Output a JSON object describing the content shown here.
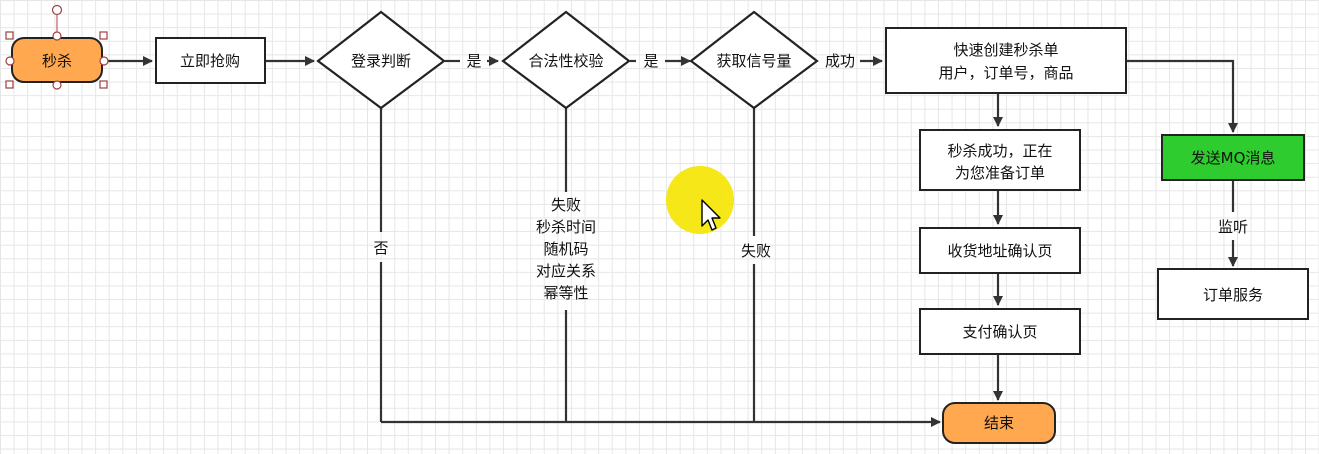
{
  "nodes": {
    "start": "秒杀",
    "buy_now": "立即抢购",
    "login_check": "登录判断",
    "validity_check": "合法性校验",
    "get_semaphore": "获取信号量",
    "create_order_line1": "快速创建秒杀单",
    "create_order_line2": "用户，订单号，商品",
    "preparing_line1": "秒杀成功，正在",
    "preparing_line2": "为您准备订单",
    "address_page": "收货地址确认页",
    "payment_page": "支付确认页",
    "end": "结束",
    "send_mq": "发送MQ消息",
    "order_service": "订单服务"
  },
  "edges": {
    "yes_1": "是",
    "yes_2": "是",
    "success": "成功",
    "no": "否",
    "fail_validity": [
      "失败",
      "秒杀时间",
      "随机码",
      "对应关系",
      "幂等性"
    ],
    "fail_semaphore": "失败",
    "listen": "监听"
  },
  "colors": {
    "terminal_fill": "#FFA850",
    "terminal_stroke": "#b86a1a",
    "mq_fill": "#2ECC2E",
    "cursor_highlight": "#F5E400"
  }
}
